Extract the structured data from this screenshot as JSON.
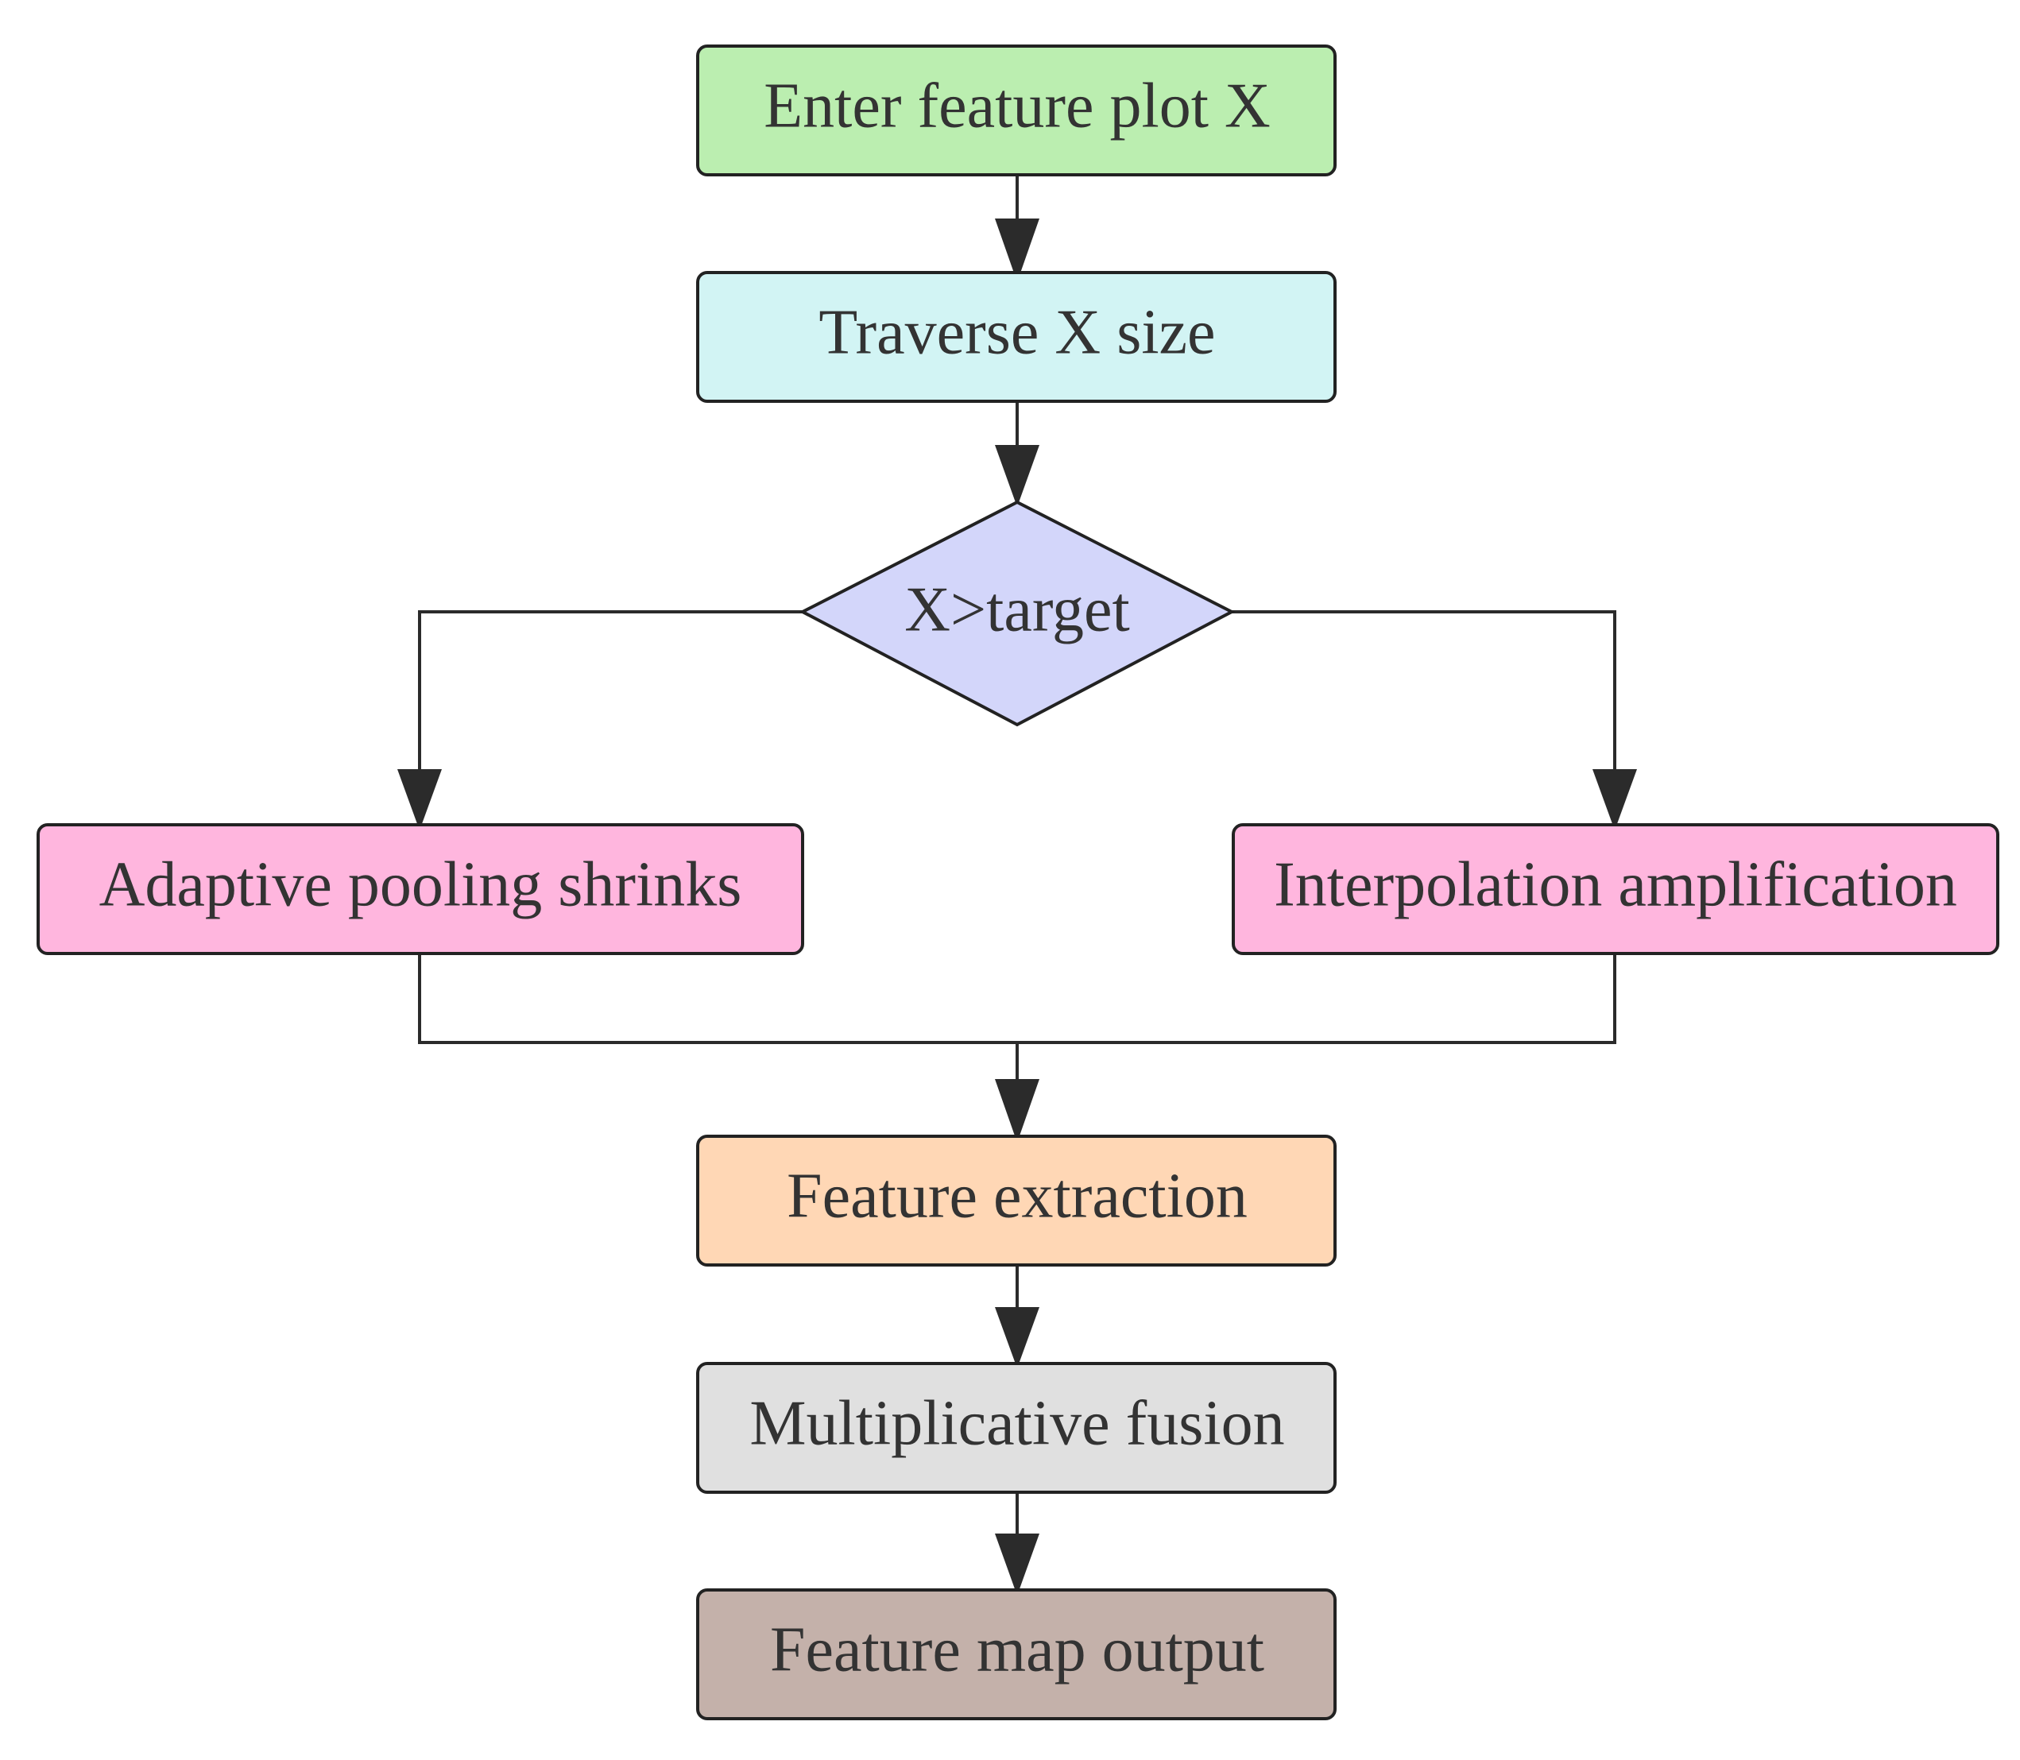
{
  "nodes": {
    "enter": {
      "label": "Enter feature plot X",
      "color": "#bbeeb0"
    },
    "traverse": {
      "label": "Traverse X size",
      "color": "#d2f4f4"
    },
    "decision": {
      "label": "X>target",
      "color": "#d3d6fa"
    },
    "pooling": {
      "label": "Adaptive pooling shrinks",
      "color": "#ffb6de"
    },
    "interp": {
      "label": "Interpolation amplification",
      "color": "#ffb6de"
    },
    "extract": {
      "label": "Feature extraction",
      "color": "#ffd7b5"
    },
    "fusion": {
      "label": "Multiplicative fusion",
      "color": "#e0e0e0"
    },
    "output": {
      "label": "Feature map output",
      "color": "#c4b1aa"
    }
  },
  "colors": {
    "edge": "#2b2b2b",
    "text": "#333333",
    "border": "#222222"
  }
}
